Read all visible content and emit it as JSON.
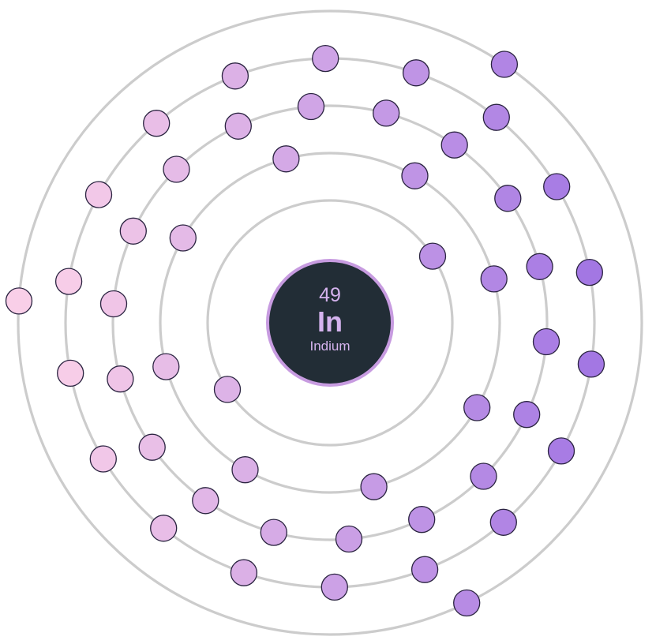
{
  "element": {
    "atomic_number": "49",
    "symbol": "In",
    "name": "Indium"
  },
  "shells": [
    {
      "shell": 1,
      "electrons": 2
    },
    {
      "shell": 2,
      "electrons": 8
    },
    {
      "shell": 3,
      "electrons": 18
    },
    {
      "shell": 4,
      "electrons": 18
    },
    {
      "shell": 5,
      "electrons": 3
    }
  ],
  "colors": {
    "nucleus_fill": "#222d36",
    "nucleus_ring": "#c79be0",
    "text": "#d5b3ee",
    "shell_stroke": "#cccccc",
    "electron_gradient_start": "#f9cfe8",
    "electron_gradient_end": "#9b6fe3"
  }
}
